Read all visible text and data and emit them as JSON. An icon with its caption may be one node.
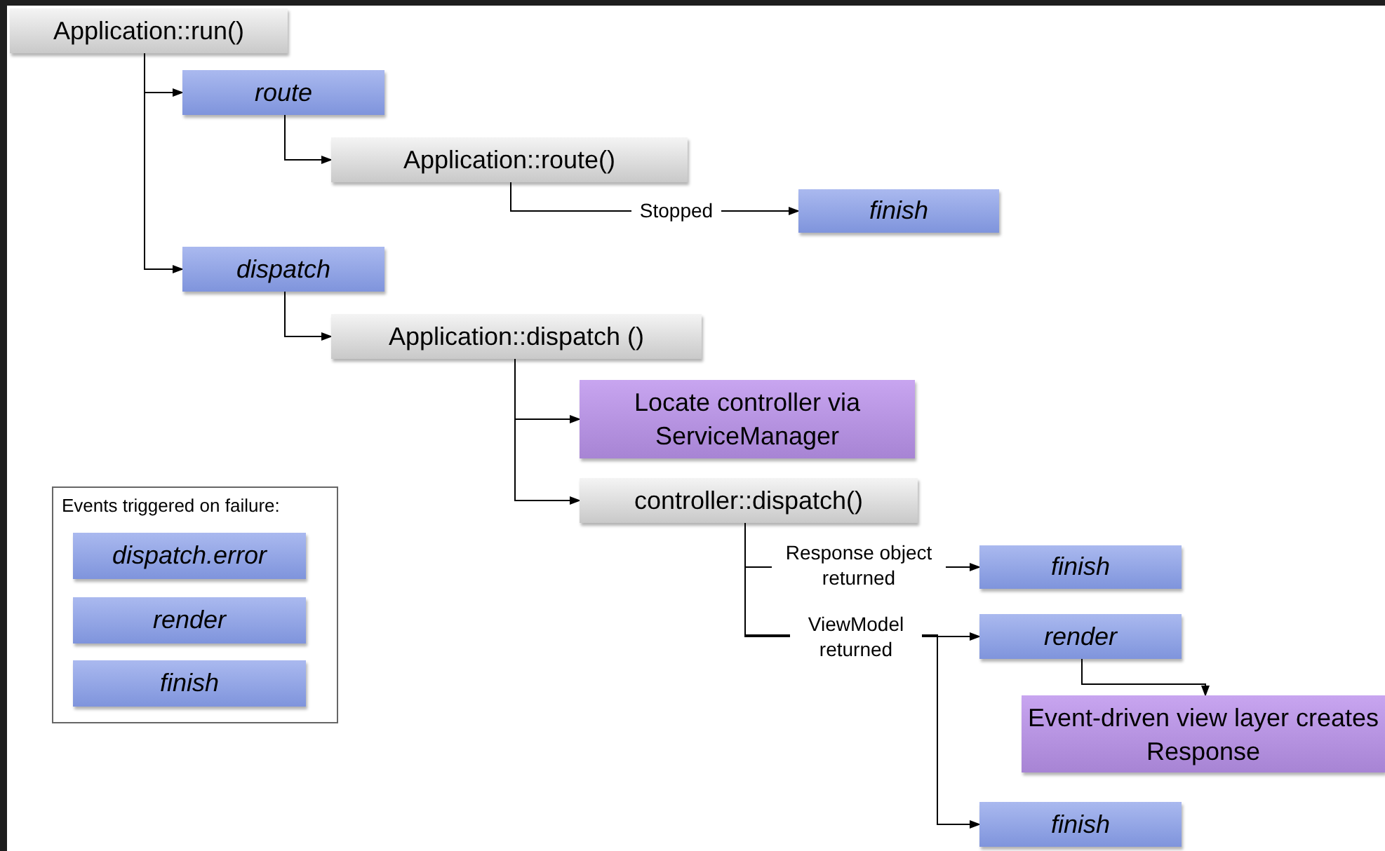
{
  "diagram": {
    "nodes": [
      {
        "text": [
          "Application::run()"
        ]
      },
      {
        "text": [
          "route"
        ]
      },
      {
        "text": [
          "Application::route()"
        ]
      },
      {
        "text": [
          "finish"
        ]
      },
      {
        "text": [
          "dispatch"
        ]
      },
      {
        "text": [
          "Application::dispatch ()"
        ]
      },
      {
        "text": [
          "Locate controller via ServiceManager"
        ]
      },
      {
        "text": [
          "controller::dispatch()"
        ]
      },
      {
        "text": [
          "finish"
        ]
      },
      {
        "text": [
          "render"
        ]
      },
      {
        "text": [
          "Event-driven view layer creates Response"
        ]
      },
      {
        "text": [
          "finish"
        ]
      },
      {
        "text": [
          "Events triggered on failure:"
        ]
      },
      {
        "text": [
          "dispatch.error"
        ],
        "in": 12
      },
      {
        "text": [
          "render"
        ],
        "in": 12
      },
      {
        "text": [
          "finish"
        ],
        "in": 12
      }
    ],
    "edges": [
      {
        "from": 0,
        "to": 1,
        "arrow": "to"
      },
      {
        "from": 0,
        "to": 4,
        "arrow": "to"
      },
      {
        "from": 1,
        "to": 2,
        "arrow": "to"
      },
      {
        "from": 2,
        "to": 3,
        "arrow": "to",
        "label": "Stopped"
      },
      {
        "from": 4,
        "to": 5,
        "arrow": "to"
      },
      {
        "from": 5,
        "to": 6,
        "arrow": "to"
      },
      {
        "from": 5,
        "to": 7,
        "arrow": "to"
      },
      {
        "from": 7,
        "to": 8,
        "arrow": "to",
        "label": "Response object returned"
      },
      {
        "from": 7,
        "to": 9,
        "arrow": "to",
        "label": "ViewModel returned"
      },
      {
        "from": 7,
        "to": 11,
        "arrow": "to"
      },
      {
        "from": 9,
        "to": 10,
        "arrow": "to"
      }
    ]
  }
}
